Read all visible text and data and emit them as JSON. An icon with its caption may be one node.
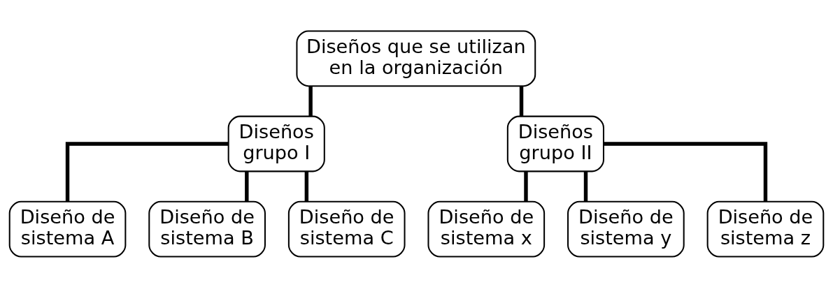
{
  "diagram": {
    "nodes": [
      {
        "text": [
          "Diseños que se utilizan en la organización"
        ]
      },
      {
        "text": [
          "Diseños grupo I"
        ]
      },
      {
        "text": [
          "Diseños grupo II"
        ]
      },
      {
        "text": [
          "Diseño de sistema A"
        ]
      },
      {
        "text": [
          "Diseño de sistema B"
        ]
      },
      {
        "text": [
          "Diseño de sistema C"
        ]
      },
      {
        "text": [
          "Diseño de sistema x"
        ]
      },
      {
        "text": [
          "Diseño de sistema y"
        ]
      },
      {
        "text": [
          "Diseño de sistema z"
        ]
      }
    ],
    "edges": [
      {
        "from": 0,
        "to": 1,
        "arrow": "none"
      },
      {
        "from": 0,
        "to": 2,
        "arrow": "none"
      },
      {
        "from": 1,
        "to": 3,
        "arrow": "none"
      },
      {
        "from": 1,
        "to": 4,
        "arrow": "none"
      },
      {
        "from": 1,
        "to": 5,
        "arrow": "none"
      },
      {
        "from": 2,
        "to": 6,
        "arrow": "none"
      },
      {
        "from": 2,
        "to": 7,
        "arrow": "none"
      },
      {
        "from": 2,
        "to": 8,
        "arrow": "none"
      }
    ]
  }
}
